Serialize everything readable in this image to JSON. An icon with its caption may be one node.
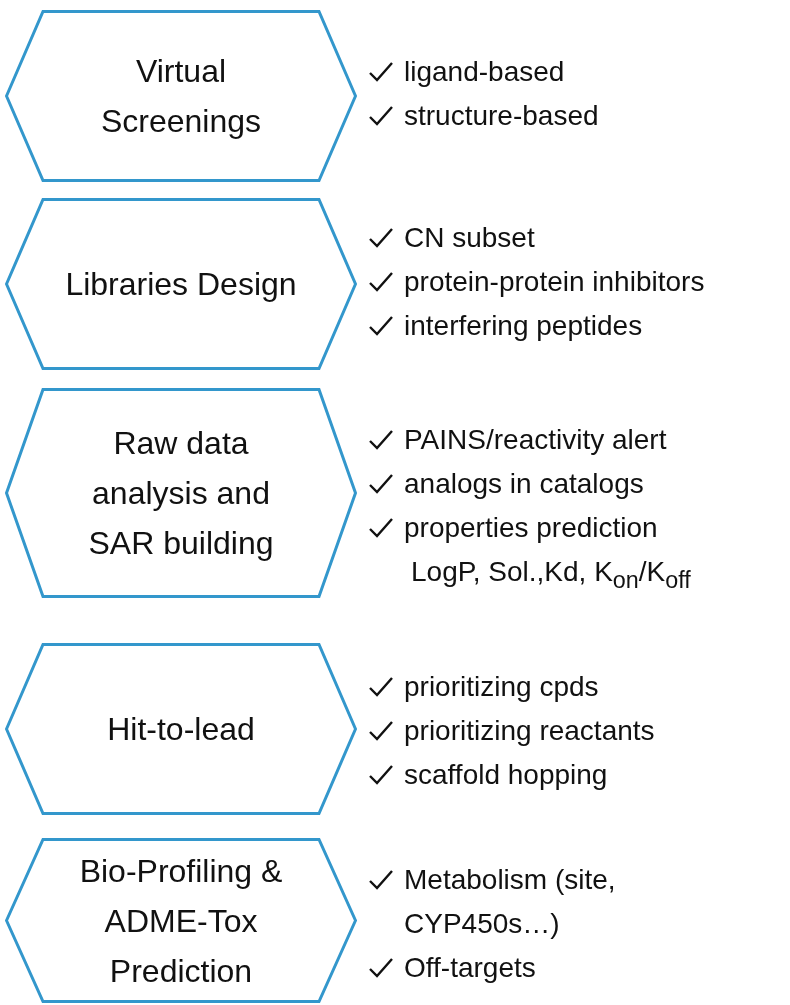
{
  "diagram": {
    "nodes": [
      {
        "text": [
          "Virtual Screenings"
        ],
        "beside": [
          "ligand-based",
          "structure-based"
        ]
      },
      {
        "text": [
          "Libraries Design"
        ],
        "beside": [
          "CN subset",
          "protein-protein inhibitors",
          "interfering peptides"
        ]
      },
      {
        "text": [
          "Raw data analysis and SAR building"
        ],
        "beside": [
          "PAINS/reactivity alert",
          "analogs in catalogs",
          "properties prediction",
          "LogP, Sol.,Kd, K$_{on}$/K$_{off}$"
        ]
      },
      {
        "text": [
          "Hit-to-lead"
        ],
        "beside": [
          "prioritizing cpds",
          "prioritizing reactants",
          "scaffold hopping"
        ]
      },
      {
        "text": [
          "Bio-Profiling & ADME-Tox Prediction"
        ],
        "beside": [
          "Metabolism (site, CYP450s…)",
          "Off-targets"
        ]
      }
    ]
  }
}
